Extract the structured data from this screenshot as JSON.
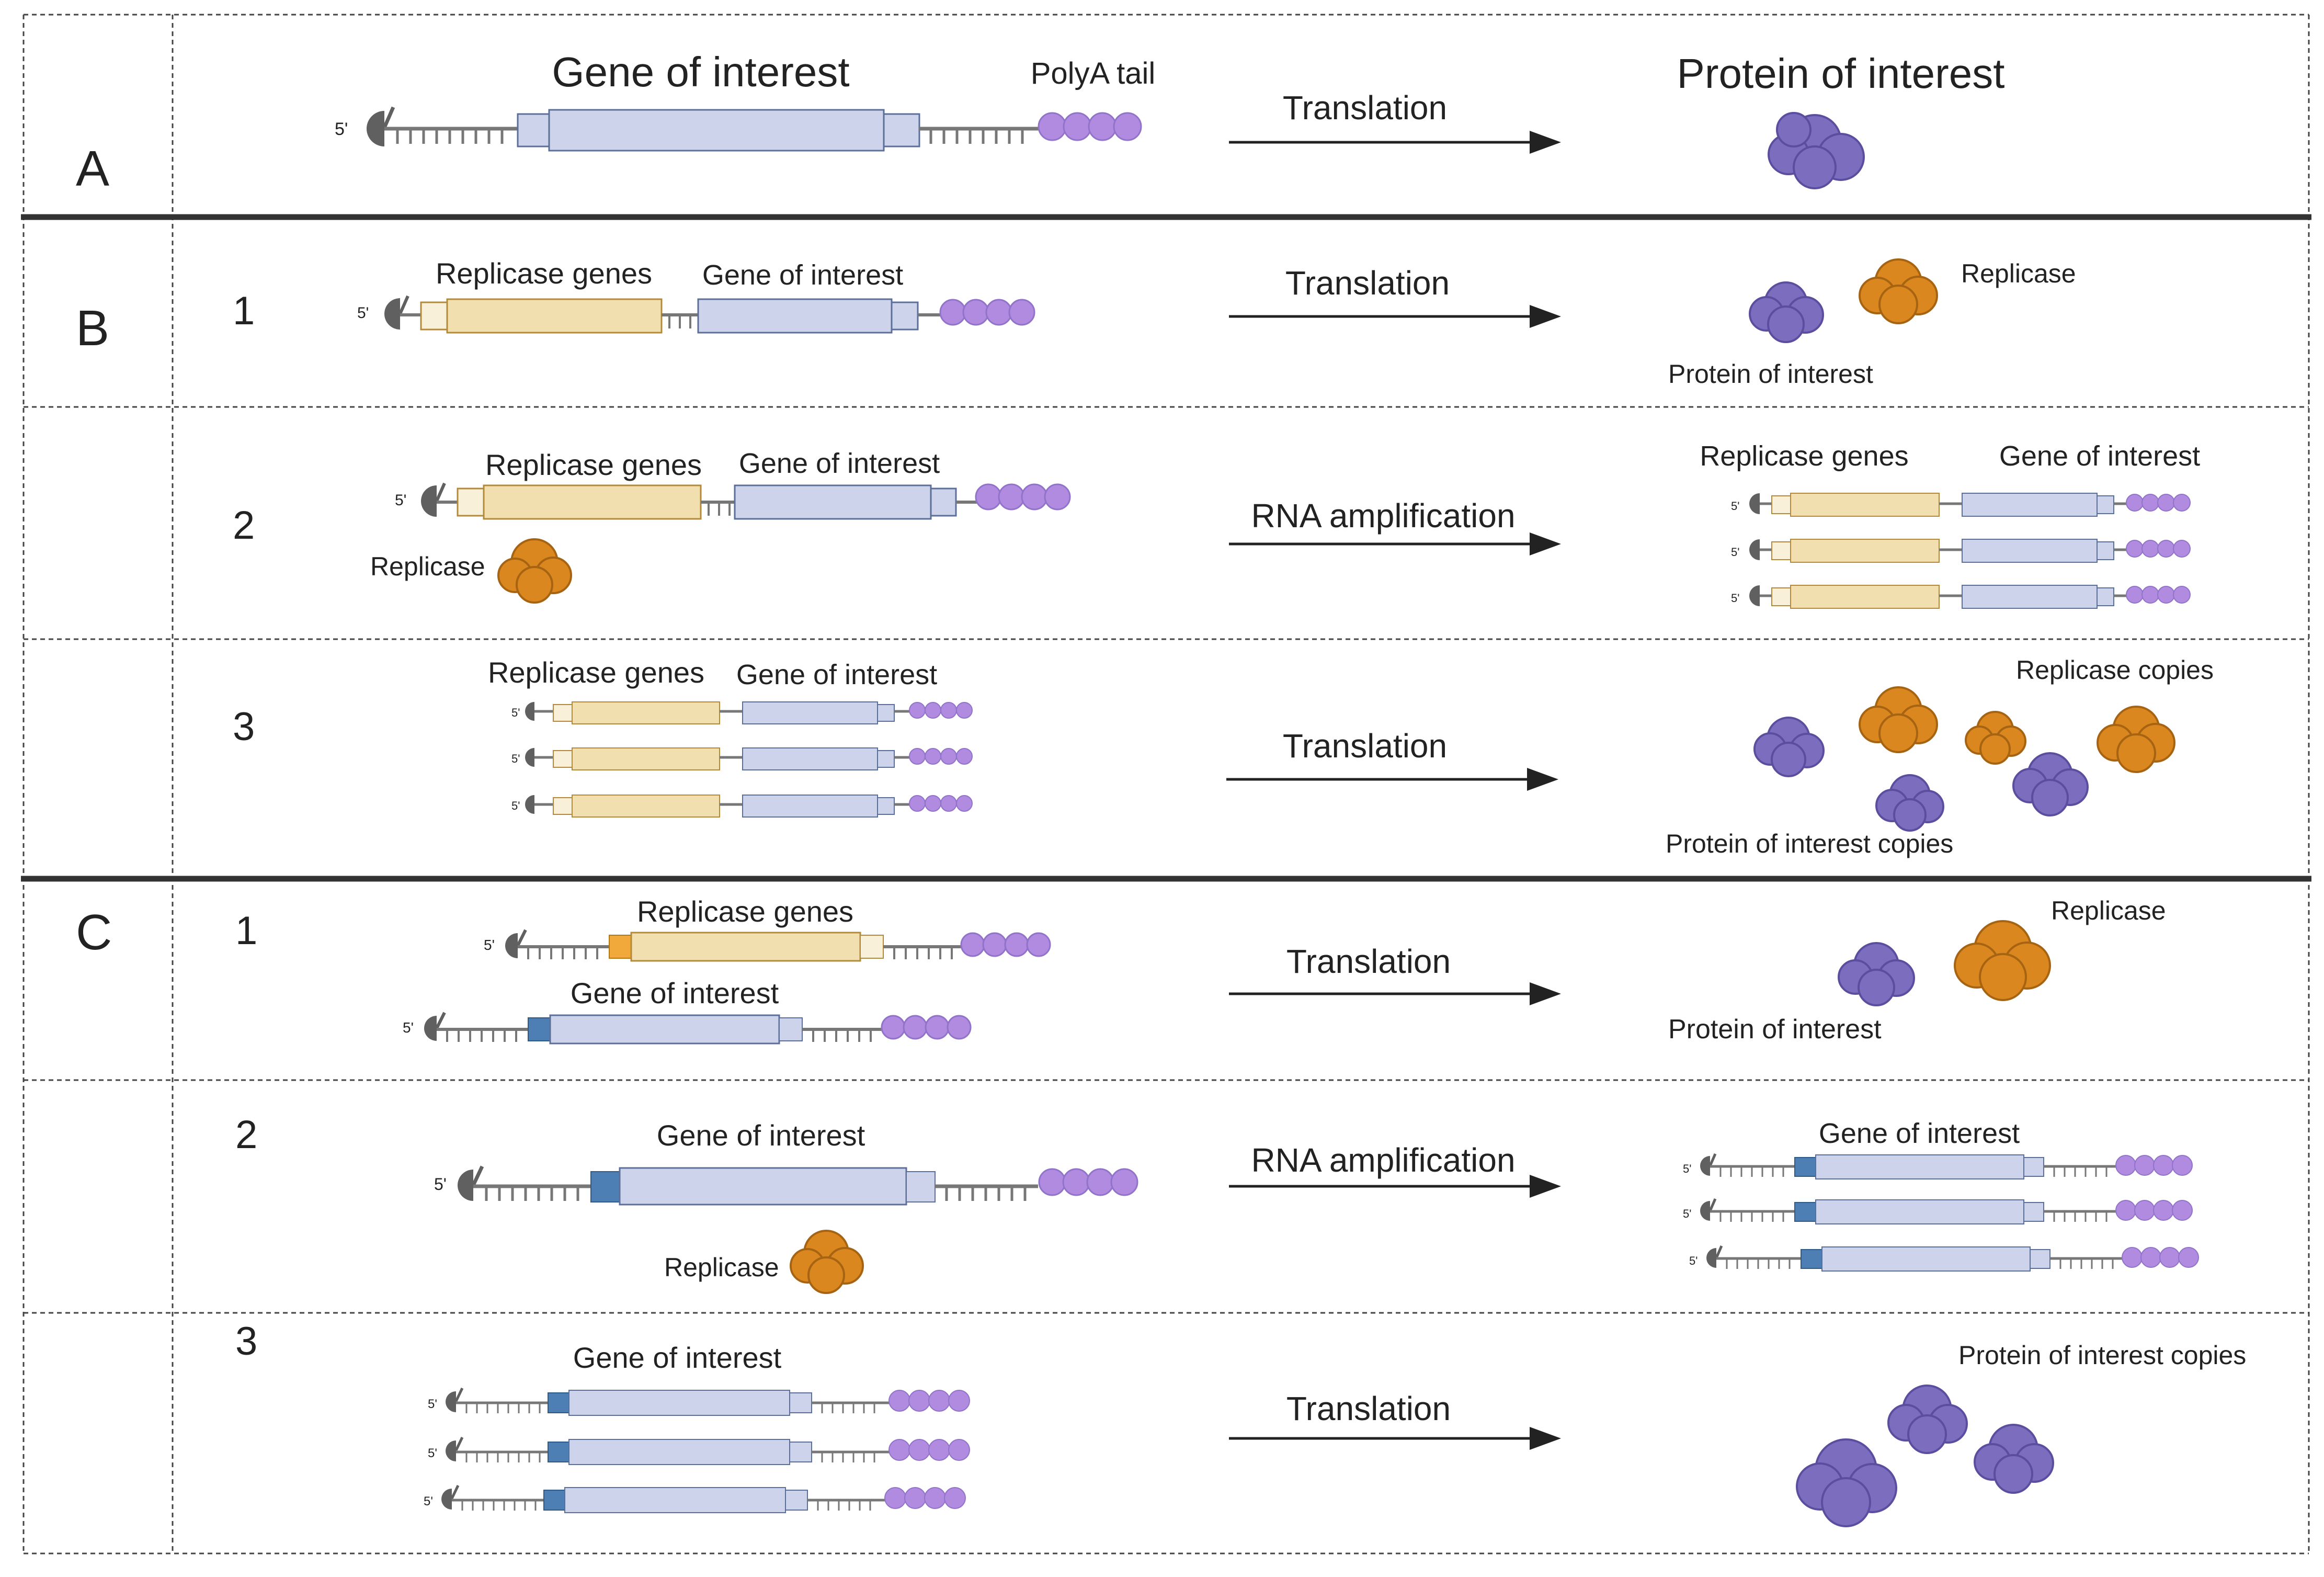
{
  "colors": {
    "gene_box": "#CDD3EA",
    "gene_box_dark": "#C2C9E2",
    "replicase_box": "#F2DFB0",
    "replicase_utr": "#F8F0D8",
    "polya": "#B08BE0",
    "cap": "#606060",
    "protein": "#7C6DBF",
    "replicase_protein": "#D9871E",
    "start_blue": "#4D7FB4",
    "start_orange": "#F2A93B",
    "outline": "#5C6F98",
    "outline_rep": "#B38A3A",
    "line": "#222222"
  },
  "rows": {
    "A": {
      "label": "A"
    },
    "B": {
      "label": "B",
      "sub1": "1",
      "sub2": "2",
      "sub3": "3"
    },
    "C": {
      "label": "C",
      "sub1": "1",
      "sub2": "2",
      "sub3": "3"
    }
  },
  "labels": {
    "cap5": "5'",
    "a_gene": "Gene of interest",
    "a_polya": "PolyA tail",
    "a_arrow": "Translation",
    "a_protein": "Protein of interest",
    "b1_rep_genes": "Replicase genes",
    "b1_gene": "Gene of interest",
    "b1_arrow": "Translation",
    "b1_replicase": "Replicase",
    "b1_protein": "Protein of interest",
    "b2_rep_genes": "Replicase genes",
    "b2_gene": "Gene of interest",
    "b2_replicase": "Replicase",
    "b2_arrow": "RNA amplification",
    "b2_out_rep_genes": "Replicase genes",
    "b2_out_gene": "Gene of interest",
    "b3_rep_genes": "Replicase genes",
    "b3_gene": "Gene of interest",
    "b3_arrow": "Translation",
    "b3_rep_copies": "Replicase copies",
    "b3_protein_copies": "Protein of interest copies",
    "c1_rep_genes": "Replicase genes",
    "c1_gene": "Gene of interest",
    "c1_arrow": "Translation",
    "c1_replicase": "Replicase",
    "c1_protein": "Protein of interest",
    "c2_gene": "Gene of interest",
    "c2_replicase": "Replicase",
    "c2_arrow": "RNA amplification",
    "c2_out_gene": "Gene of interest",
    "c3_gene": "Gene of interest",
    "c3_arrow": "Translation",
    "c3_protein_copies": "Protein of interest copies"
  }
}
